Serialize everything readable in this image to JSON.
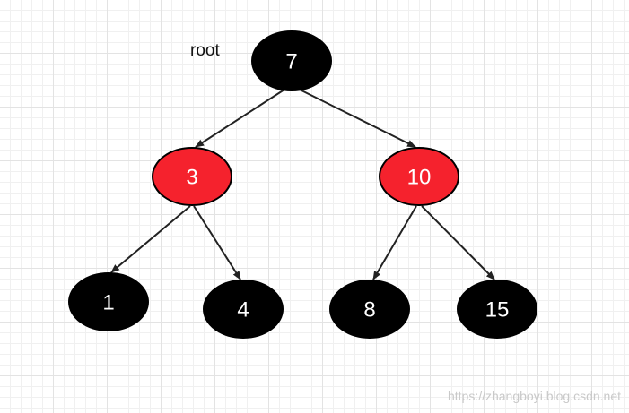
{
  "root_label": "root",
  "watermark": "https://zhangboyi.blog.csdn.net",
  "colors": {
    "black_node": "#000000",
    "red_node": "#f5222d",
    "node_text": "#ffffff",
    "edge": "#222222",
    "grid": "#e3e3e3"
  },
  "nodes": [
    {
      "id": "n7",
      "label": "7",
      "color": "black"
    },
    {
      "id": "n3",
      "label": "3",
      "color": "red"
    },
    {
      "id": "n10",
      "label": "10",
      "color": "red"
    },
    {
      "id": "n1",
      "label": "1",
      "color": "black"
    },
    {
      "id": "n4",
      "label": "4",
      "color": "black"
    },
    {
      "id": "n8",
      "label": "8",
      "color": "black"
    },
    {
      "id": "n15",
      "label": "15",
      "color": "black"
    }
  ],
  "edges": [
    {
      "from": "n7",
      "to": "n3"
    },
    {
      "from": "n7",
      "to": "n10"
    },
    {
      "from": "n3",
      "to": "n1"
    },
    {
      "from": "n3",
      "to": "n4"
    },
    {
      "from": "n10",
      "to": "n8"
    },
    {
      "from": "n10",
      "to": "n15"
    }
  ]
}
